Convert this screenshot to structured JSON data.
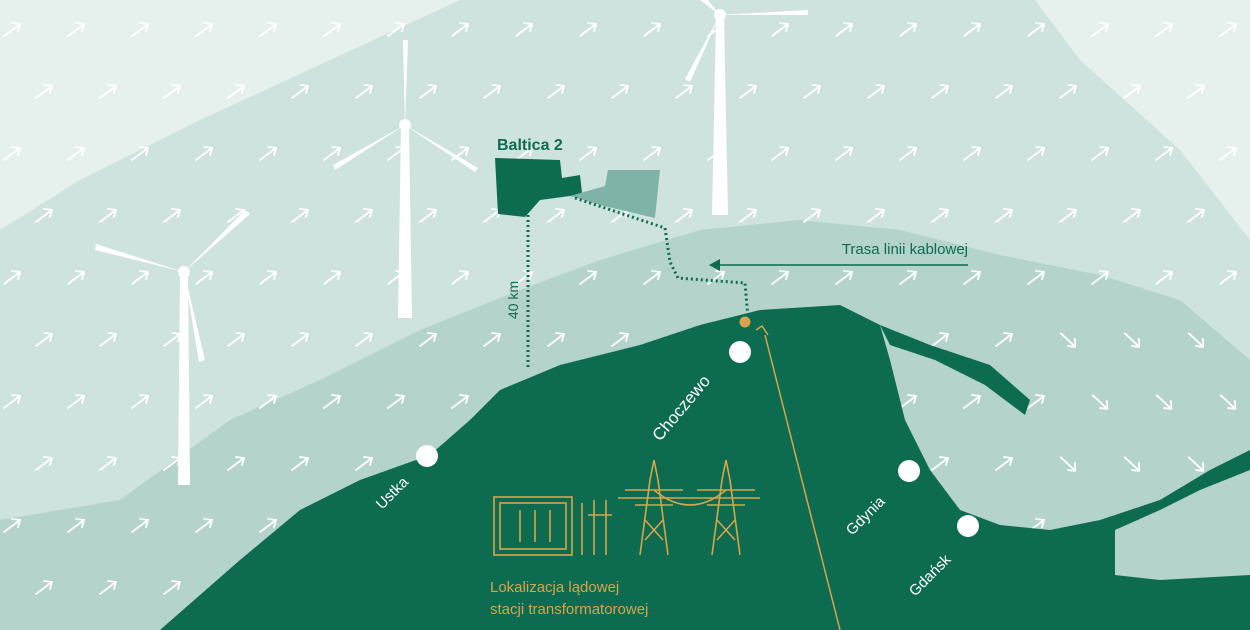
{
  "map": {
    "farm_name": "Baltica 2",
    "distance_label": "40 km",
    "cable_route_label": "Trasa linii kablowej",
    "station_label_line1": "Lokalizacja lądowej",
    "station_label_line2": "stacji transformatorowej",
    "cities": {
      "ustka": "Ustka",
      "choczewo": "Choczewo",
      "gdynia": "Gdynia",
      "gdansk": "Gdańsk"
    }
  },
  "colors": {
    "sea_light": "#e6f0ed",
    "sea_mid": "#cfe3de",
    "sea_deep": "#b3d3cb",
    "land": "#0d6b50",
    "farm_dark": "#0d6b50",
    "farm_light": "#7fb3a7",
    "accent_gold": "#d7a54b",
    "arrow": "#ffffff",
    "text_dark": "#0d6b50",
    "turbine": "#ffffff"
  }
}
